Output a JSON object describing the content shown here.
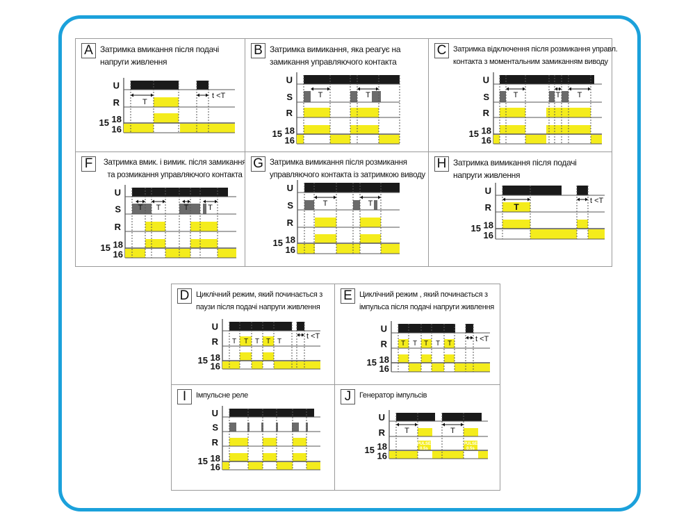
{
  "colors": {
    "frame": "#1ba1db",
    "supply": "#1a1a1a",
    "control": "#6b6b6b",
    "relay": "#f4ec1c"
  },
  "labels": {
    "U": "U",
    "S": "S",
    "R": "R",
    "c18": "18",
    "c16": "16",
    "c15": "15",
    "T": "T",
    "tT": "t <T",
    "pulse": "PULSE",
    "pulse_dur": "0.5s"
  },
  "panels": [
    {
      "id": "A",
      "letter": "A",
      "title": "Затримка вмикання після подачі напруги живлення"
    },
    {
      "id": "B",
      "letter": "B",
      "title": "Затримка вимикання, яка реагує на замикання управляючого контакта"
    },
    {
      "id": "C",
      "letter": "C",
      "title": "Затримка відключення після розмикання управл. контакта з моментальним замиканням виводу"
    },
    {
      "id": "F",
      "letter": "F",
      "title": "Затримка вмик. і вимик. після замикання та розмикання управляючого контакта"
    },
    {
      "id": "G",
      "letter": "G",
      "title": "Затримка вимикання після розмикання управляючого контакта із затримкою виводу"
    },
    {
      "id": "H",
      "letter": "H",
      "title": "Затримка вимикання після подачі напруги живлення"
    },
    {
      "id": "D",
      "letter": "D",
      "title": "Циклічний режим, який починається з паузи після подачі напруги живлення"
    },
    {
      "id": "E",
      "letter": "E",
      "title": "Циклічний режим , який починається з імпульса після подачі напруги живлення"
    },
    {
      "id": "I",
      "letter": "I",
      "title": "Імпульсне реле"
    },
    {
      "id": "J",
      "letter": "J",
      "title": "Генератор імпульсів"
    }
  ]
}
